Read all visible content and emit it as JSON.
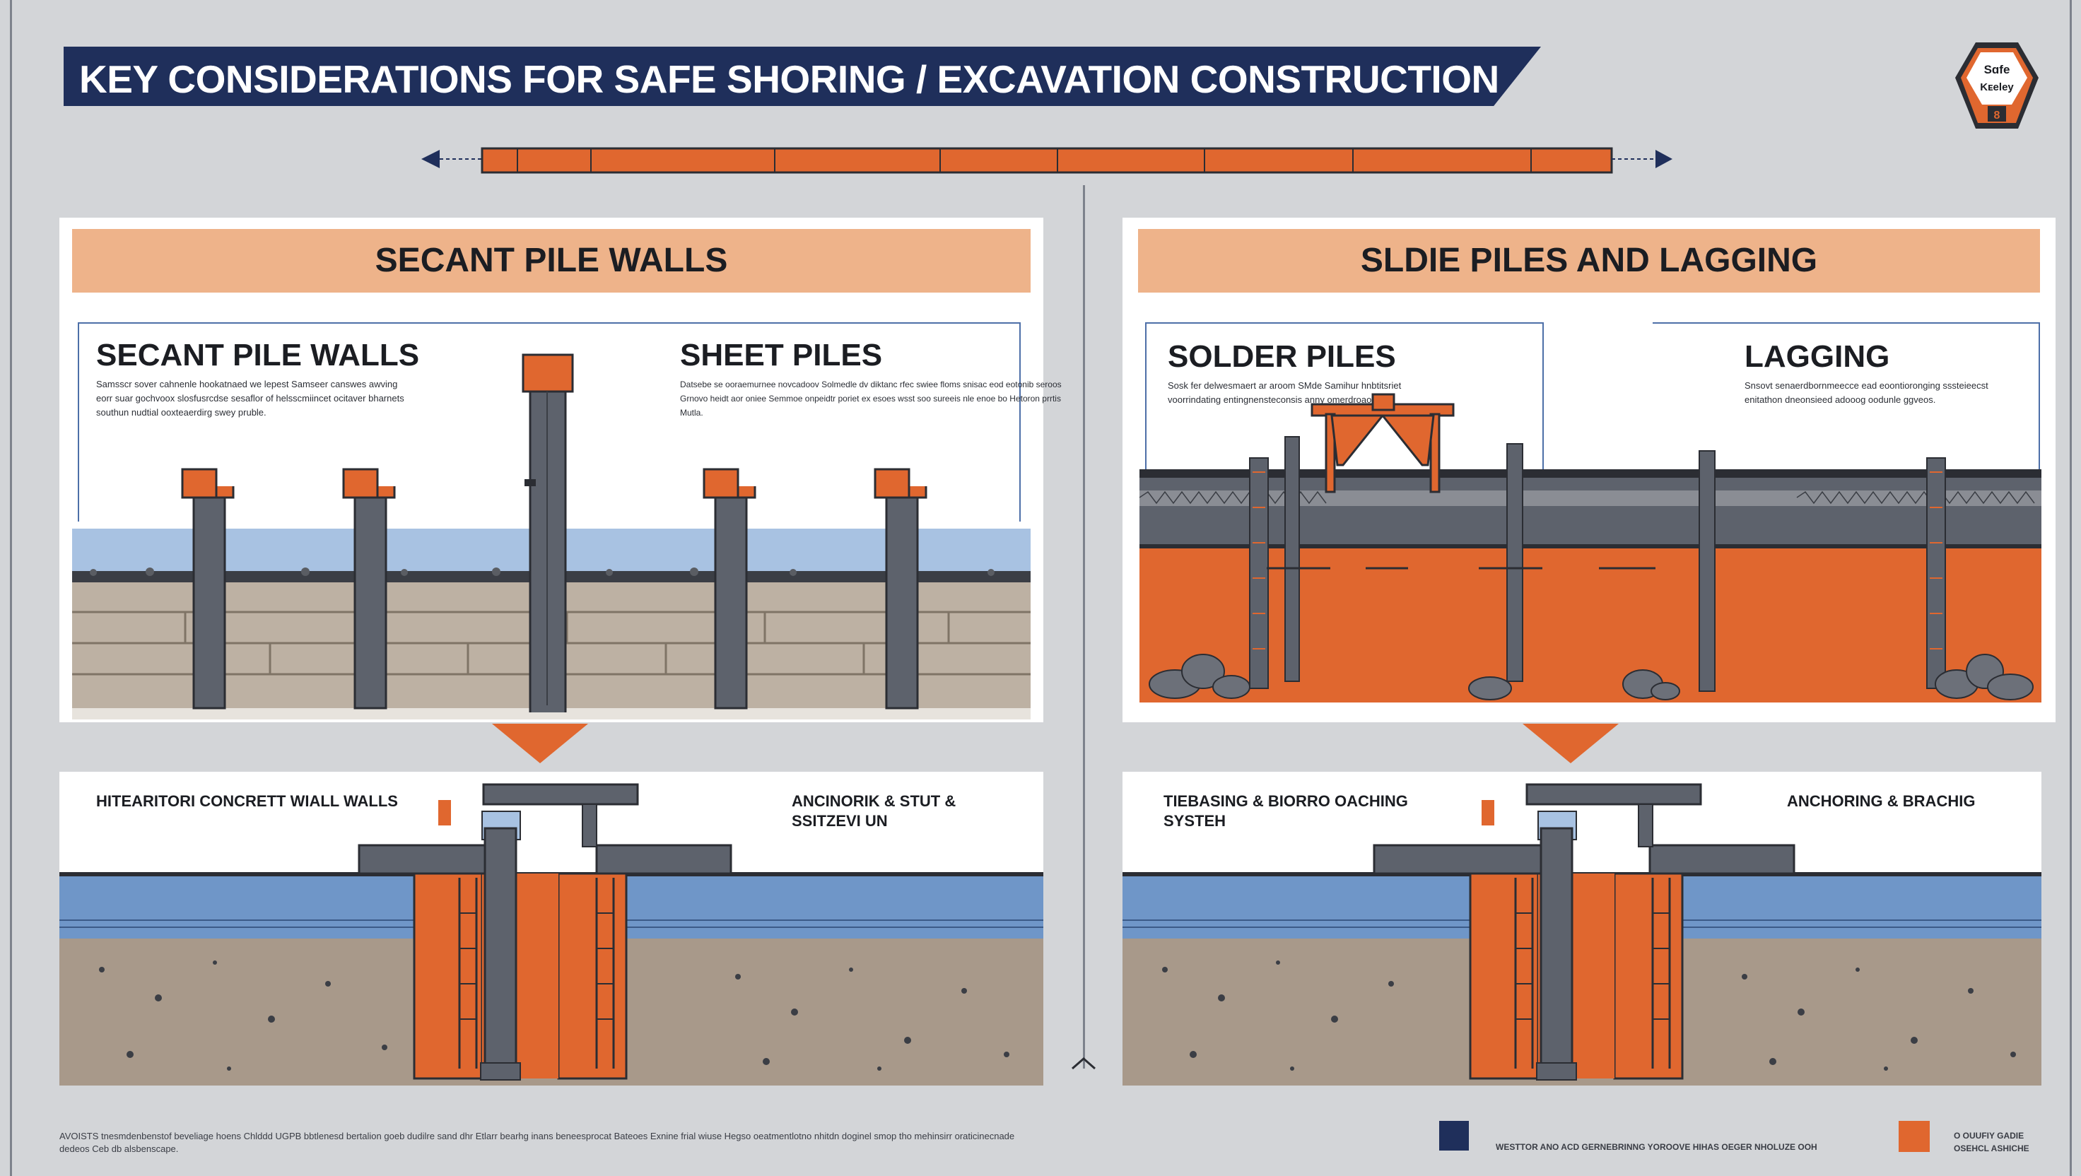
{
  "header": {
    "title": "KEY CONSIDERATIONS FOR SAFE SHORING / EXCAVATION CONSTRUCTION",
    "badge_line1": "Sɑfe",
    "badge_line2": "Kᴇeley",
    "badge_mark": "8"
  },
  "left_panel": {
    "heading": "SECANT PILE WALLS",
    "sub_left_title": "SECANT PILE WALLS",
    "sub_left_text": "Samsscr sover cahnenle hookatnaed we lepest Samseer canswes awving eorr suar gochvoox slosfusrcdse sesaflor of helsscmiincet ocitaver bharnets southun nudtial ooxteaerdirg swey pruble.",
    "sub_right_title": "SHEET PILES",
    "sub_right_text": "Datsebe se ooraemurnee novcadoov Solmedle dv diktanc rfec swiee floms snisac eod eotonib seroos Grnovo heidt aor oniee Semmoe onpeidtr poriet ex esoes wsst soo sureeis nle enoe bo Hetoron prrtis Mutla.",
    "lower_left_label": "HITEARITORI CONCRETT WIALL WALLS",
    "lower_right_label": "ANCINORIK & STUT & SSITZEVI UN"
  },
  "right_panel": {
    "heading": "SLDIE PILES AND LAGGING",
    "sub_left_title": "SOLDER PILES",
    "sub_left_text": "Sosk fer delwesmaert ar aroom SMde Samihur hnbtitsriet voorrindating entingnensteconsis anny omerdroaotne.",
    "sub_right_title": "LAGGING",
    "sub_right_text": "Snsovt senaerdbornmeecce ead eoontioronging sssteieecst enitathon dneonsieed adooog oodunle ggveos.",
    "lower_left_label": "TIEBASING & BIORRO OACHING SYSTEH",
    "lower_right_label": "ANCHORING & BRACHIG"
  },
  "footer": {
    "left_text_line1": "AVOISTS tnesmdenbenstof beveliage hoens Chlddd UGPB bbtlenesd bertalion goeb dudilre sand dhr Etlarr bearhg inans beneesprocat Bateoes Exnine frial wiuse Hegso oeatmentlotno nhitdn doginel smop tho mehinsirr oraticinecnade",
    "left_text_line2": "dedeos Ceb db alsbenscape.",
    "right_text": "WESTTOR ANO ACD GERNEBRINNG YOROOVE HIHAS OEGER NHOLUZE OOH",
    "legend_line1": "O OUUFIY GADIE",
    "legend_line2": "OSEHCL ASHICHE"
  },
  "colors": {
    "navy": "#1f2f5b",
    "orange": "#e0672f",
    "peach": "#eeb38a",
    "water": "#6f96c8",
    "soil": "#a8998a",
    "steel": "#5d626c",
    "background": "#d3d5d8"
  }
}
